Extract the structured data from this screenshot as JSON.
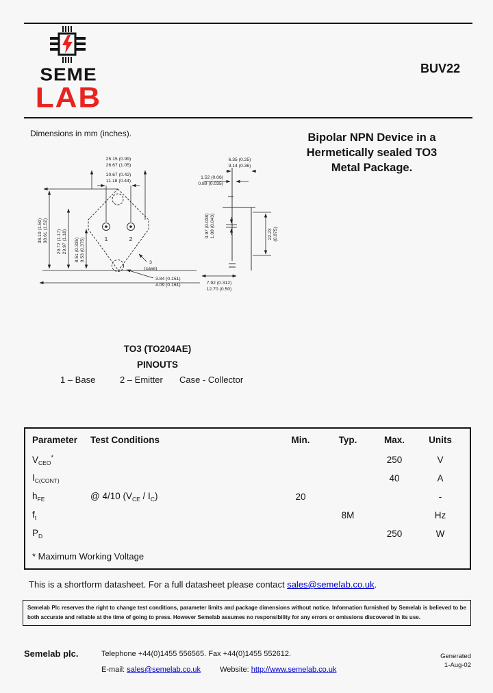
{
  "brand": {
    "logo_top": "SEME",
    "logo_bottom": "LAB",
    "red": "#e8231f",
    "chip_icon": "chip-lightning-icon"
  },
  "header": {
    "part_number": "BUV22"
  },
  "intro": {
    "dimensions_note": "Dimensions in mm (inches).",
    "title_line1": "Bipolar NPN Device in a",
    "title_line2": "Hermetically sealed TO3",
    "title_line3": "Metal Package."
  },
  "drawing": {
    "front": {
      "dim_top_outer": [
        "25.15 (0.99)",
        "26.67 (1.05)"
      ],
      "dim_top_inner": [
        "10.67 (0.42)",
        "11.18 (0.44)"
      ],
      "dim_left_outer": [
        "38.10 (1.50)",
        "38.61 (1.52)"
      ],
      "dim_left_mid": [
        "29.72 (1.17)",
        "29.97 (1.18)"
      ],
      "dim_left_inner": [
        "8.51 (0.335)",
        "9.53 (0.375)"
      ],
      "dim_hole": [
        "3.84 (0.151)",
        "4.09 (0.161)"
      ],
      "pin1": "1",
      "pin2": "2",
      "case_num": "3",
      "case_word": "(case)"
    },
    "side": {
      "dim_top": [
        "6.35 (0.25)",
        "9.14 (0.36)"
      ],
      "dim_upper_left": [
        "1.52 (0.06)",
        "0.89 (0.035)"
      ],
      "dim_pin_dia": [
        "0.97 (0.038)",
        "1.09 (0.043)"
      ],
      "dim_height": [
        "22.23",
        "(0.875)"
      ],
      "dim_bottom": [
        "7.92 (0.312)",
        "12.70 (0.50)"
      ]
    }
  },
  "pinout": {
    "package": "TO3 (TO204AE)",
    "title": "PINOUTS",
    "pin1": "1 – Base",
    "pin2": "2 – Emitter",
    "pin3": "Case - Collector"
  },
  "table": {
    "headers": {
      "parameter": "Parameter",
      "conditions": "Test Conditions",
      "min": "Min.",
      "typ": "Typ.",
      "max": "Max.",
      "units": "Units"
    },
    "rows": {
      "r1": {
        "sym": "V",
        "sub": "CEO",
        "star": "*",
        "cond": "",
        "min": "",
        "typ": "",
        "max": "250",
        "units": "V"
      },
      "r2": {
        "sym": "I",
        "sub": "C(CONT)",
        "cond": "",
        "min": "",
        "typ": "",
        "max": "40",
        "units": "A"
      },
      "r3": {
        "sym": "h",
        "sub": "FE",
        "cond1": "@ 4/10 (V",
        "condsub1": "CE",
        "cond2": " / I",
        "condsub2": "C",
        "cond3": ")",
        "min": "20",
        "typ": "",
        "max": "",
        "units": "-"
      },
      "r4": {
        "sym": "f",
        "sub": "t",
        "cond": "",
        "min": "",
        "typ": "8M",
        "max": "",
        "units": "Hz"
      },
      "r5": {
        "sym": "P",
        "sub": "D",
        "cond": "",
        "min": "",
        "typ": "",
        "max": "250",
        "units": "W"
      }
    },
    "footnote": "* Maximum Working Voltage"
  },
  "shortform": {
    "text_before": "This is a shortform datasheet. For a full datasheet please contact ",
    "link": "sales@semelab.co.uk",
    "text_after": "."
  },
  "disclaimer": "Semelab Plc reserves the right to change test conditions, parameter limits and package dimensions without notice. Information furnished by Semelab is believed to be both accurate and reliable at the time of going to press. However Semelab assumes no responsibility for any errors or omissions discovered in its use.",
  "footer": {
    "company": "Semelab plc.",
    "phone_line": "Telephone +44(0)1455 556565. Fax +44(0)1455 552612.",
    "email_label": "E-mail: ",
    "email": "sales@semelab.co.uk",
    "website_label": "Website: ",
    "website": "http://www.semelab.co.uk",
    "generated_label": "Generated",
    "generated_date": "1-Aug-02"
  }
}
